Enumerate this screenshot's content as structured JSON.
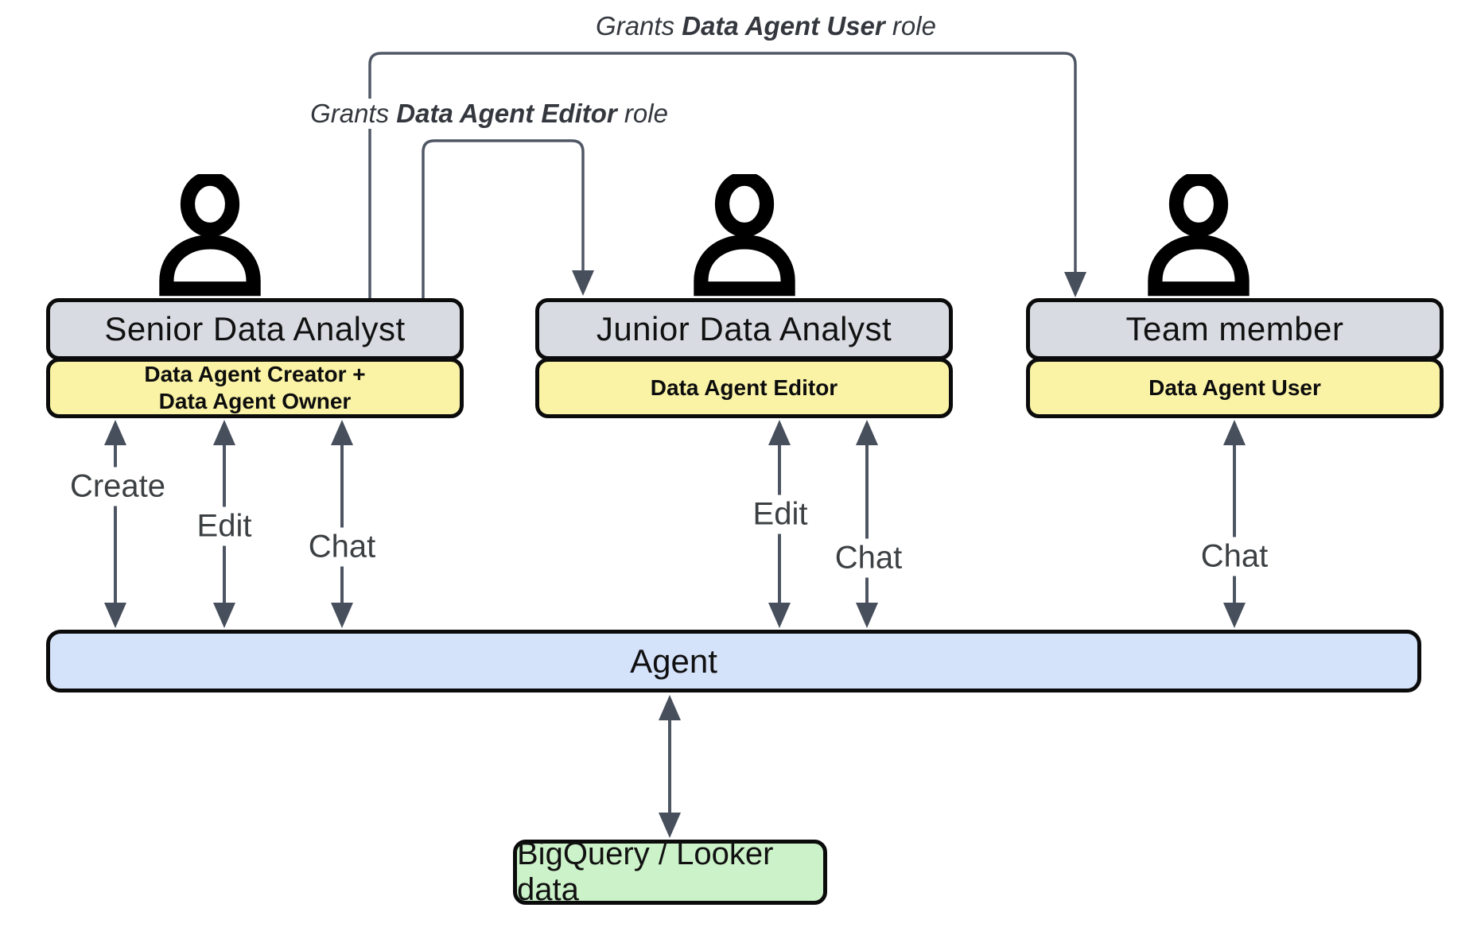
{
  "colors": {
    "box-gray": "#d8dce2",
    "box-yellow": "#faf3a6",
    "box-blue": "#d4e2fa",
    "box-green": "#ccf2c9",
    "line": "#4d5563",
    "text-dark": "#111111",
    "label-gray": "#3c4043"
  },
  "grant_user_label": {
    "prefix": "Grants ",
    "bold": "Data Agent User",
    "suffix": " role"
  },
  "grant_editor_label": {
    "prefix": "Grants ",
    "bold": "Data Agent Editor",
    "suffix": " role"
  },
  "actors": [
    {
      "title": "Senior Data Analyst",
      "role_line1": "Data Agent Creator +",
      "role_line2": "Data Agent Owner"
    },
    {
      "title": "Junior Data Analyst",
      "role_line1": "Data Agent Editor",
      "role_line2": ""
    },
    {
      "title": "Team member",
      "role_line1": "Data Agent User",
      "role_line2": ""
    }
  ],
  "action_labels": {
    "create": "Create",
    "edit_senior": "Edit",
    "chat_senior": "Chat",
    "edit_junior": "Edit",
    "chat_junior": "Chat",
    "chat_team": "Chat"
  },
  "agent_label": "Agent",
  "datasource_label": "BigQuery / Looker data"
}
